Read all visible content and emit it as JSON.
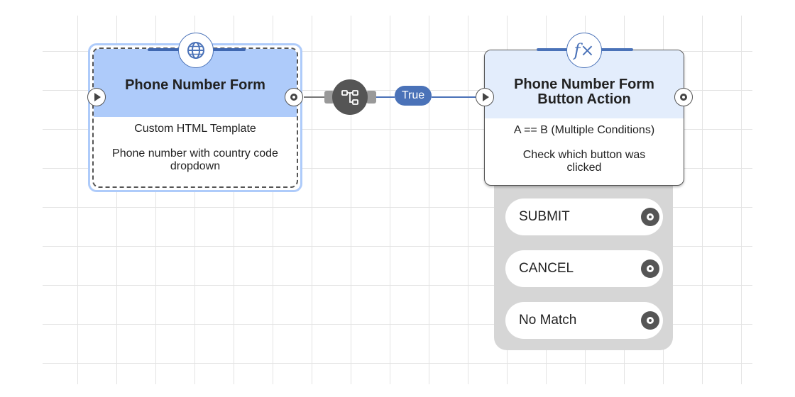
{
  "nodes": {
    "phone_form": {
      "icon": "globe-icon",
      "title": "Phone Number Form",
      "subtitle": "Custom HTML Template",
      "description": "Phone number with country code dropdown"
    },
    "button_action": {
      "icon": "function-icon",
      "icon_text": "f×",
      "title": "Phone Number Form Button Action",
      "subtitle": "A == B (Multiple Conditions)",
      "description": "Check which button was clicked",
      "outputs": [
        {
          "label": "SUBMIT"
        },
        {
          "label": "CANCEL"
        },
        {
          "label": "No Match"
        }
      ]
    }
  },
  "edge": {
    "icon": "branch-icon",
    "label": "True"
  },
  "colors": {
    "accent": "#4a72b8",
    "selected_header": "#aecbfa",
    "node_header": "#e3edfc",
    "tray": "#d6d6d6"
  }
}
